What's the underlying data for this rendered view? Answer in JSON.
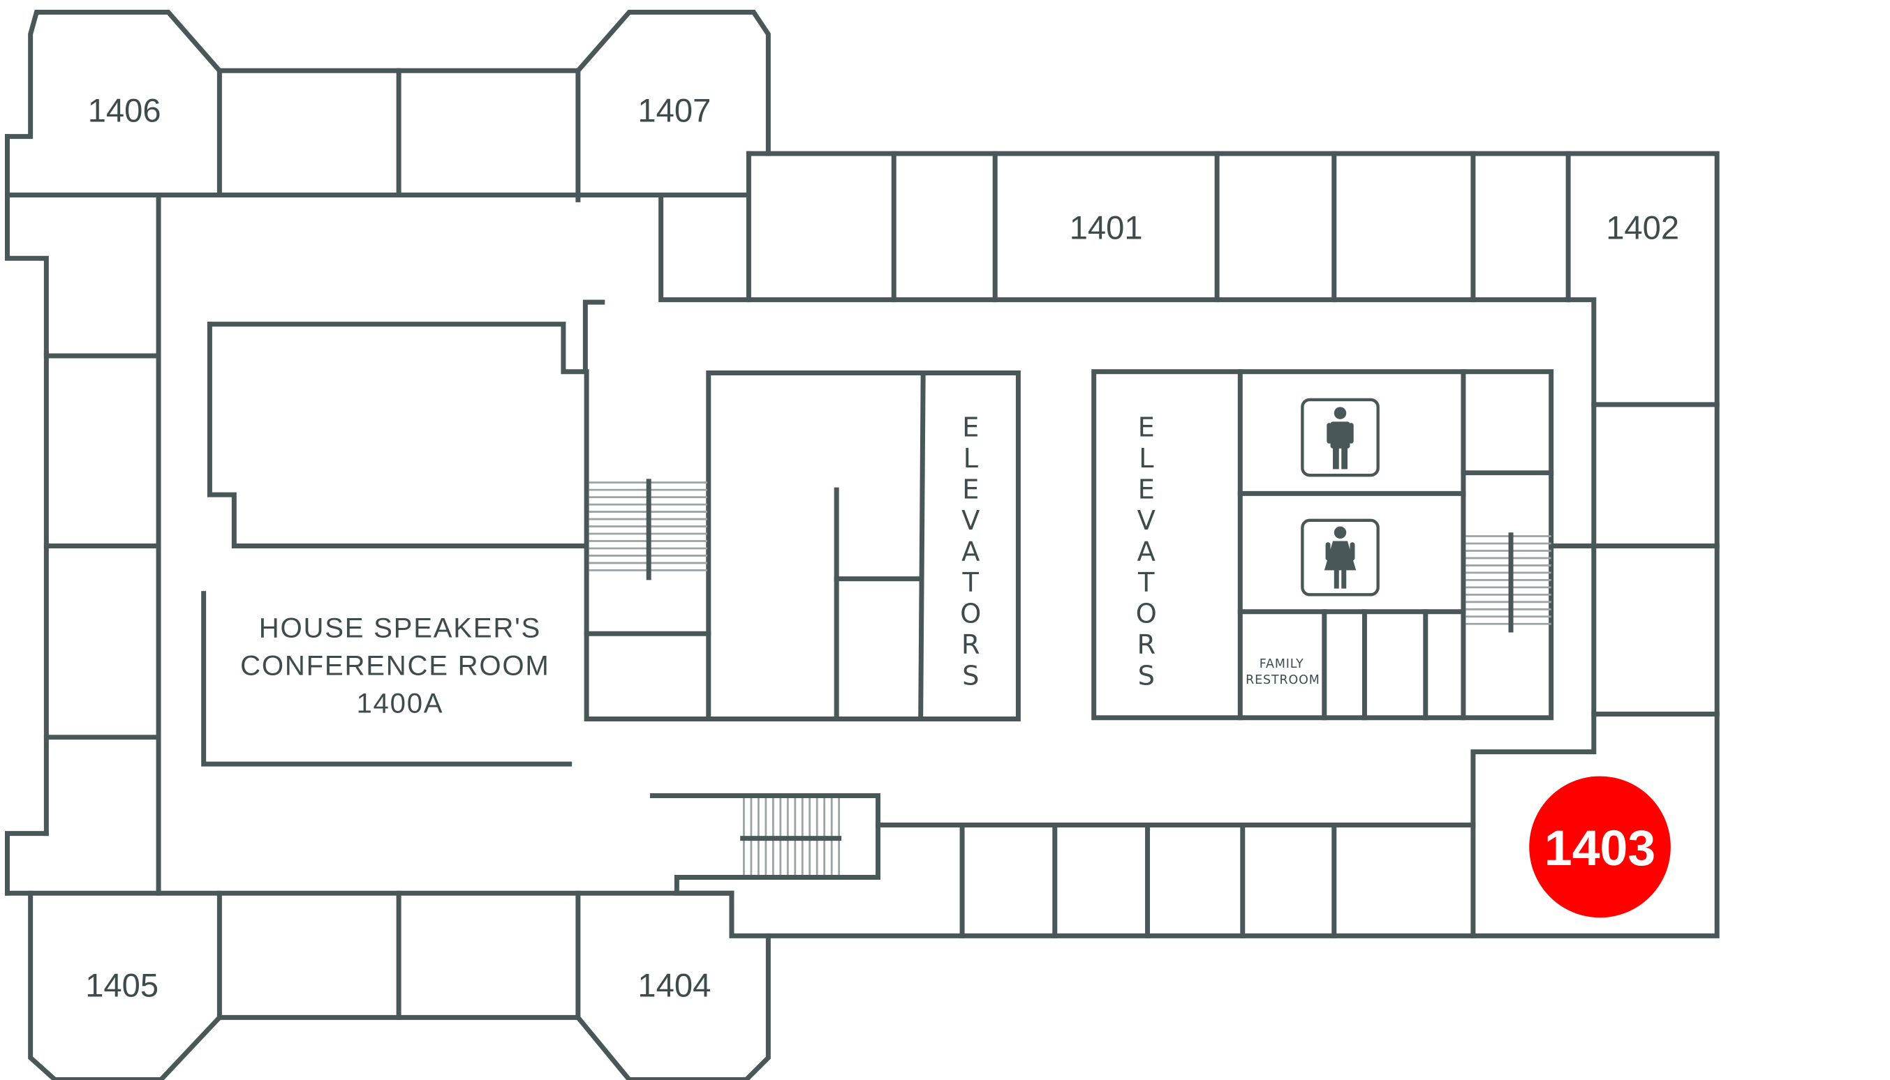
{
  "rooms": {
    "r1401": "1401",
    "r1402": "1402",
    "r1403": "1403",
    "r1404": "1404",
    "r1405": "1405",
    "r1406": "1406",
    "r1407": "1407"
  },
  "conference": {
    "line1": "HOUSE SPEAKER'S",
    "line2": "CONFERENCE ROOM",
    "line3": "1400A"
  },
  "elevators_label": "ELEVATORS",
  "family_restroom": {
    "line1": "FAMILY",
    "line2": "RESTROOM"
  },
  "icons": {
    "mens": "mens-restroom-icon",
    "womens": "womens-restroom-icon"
  },
  "colors": {
    "wall": "#4a5759",
    "highlight": "#ff0000",
    "background": "#ffffff"
  },
  "highlighted_room": "1403"
}
